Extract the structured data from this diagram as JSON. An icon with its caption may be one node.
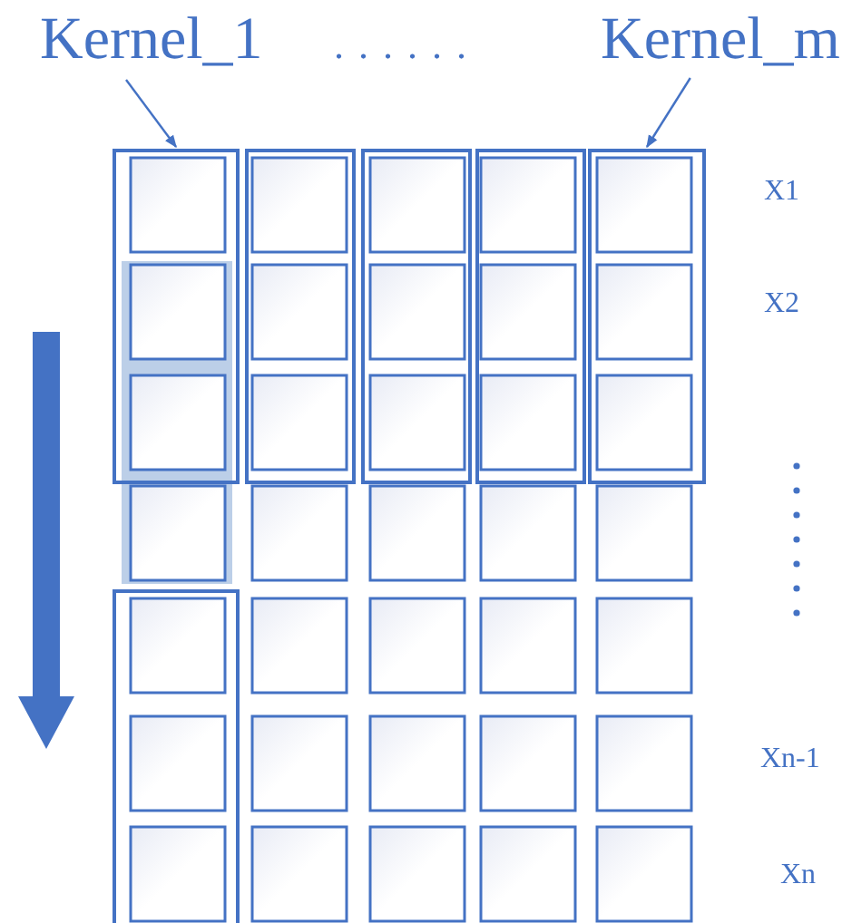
{
  "diagram": {
    "nodes": [
      {
        "text": [
          "Kernel_1"
        ]
      },
      {
        "text": [
          "Kernel_m"
        ]
      },
      {
        "text": [],
        "shape": "box"
      },
      {
        "text": [],
        "shape": "box"
      },
      {
        "text": [],
        "shape": "box"
      },
      {
        "text": [],
        "shape": "box"
      },
      {
        "text": [],
        "shape": "box"
      },
      {
        "text": [],
        "shape": "box"
      }
    ],
    "edges": [
      {
        "from": 0,
        "to": 2,
        "arrow": "to"
      },
      {
        "from": 1,
        "to": 6,
        "arrow": "to"
      }
    ],
    "labels": [
      "......",
      "X1",
      "X2",
      "Xn-1",
      "Xn"
    ]
  }
}
